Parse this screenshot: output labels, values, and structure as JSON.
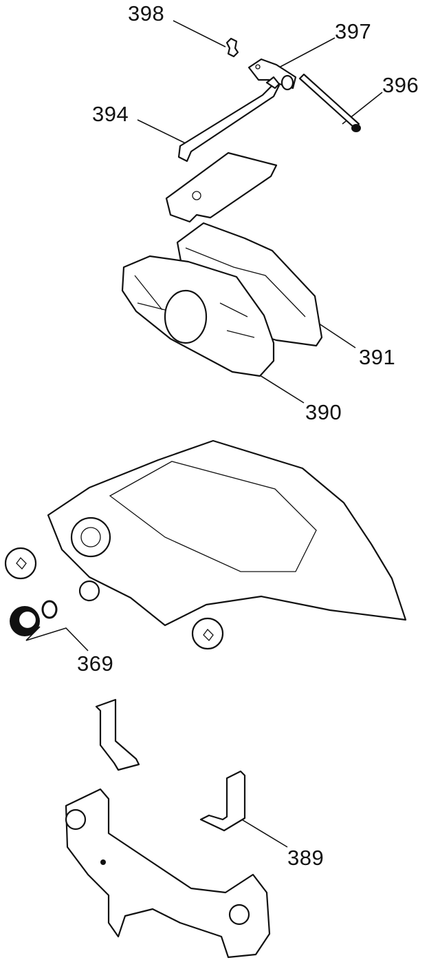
{
  "diagram": {
    "labels": {
      "clip_398": "398",
      "retainer_397": "397",
      "pin_396": "396",
      "retainer_bar_394": "394",
      "pad_391": "391",
      "pad_390": "390",
      "seal_kit_369": "369",
      "spring_389": "389"
    }
  }
}
